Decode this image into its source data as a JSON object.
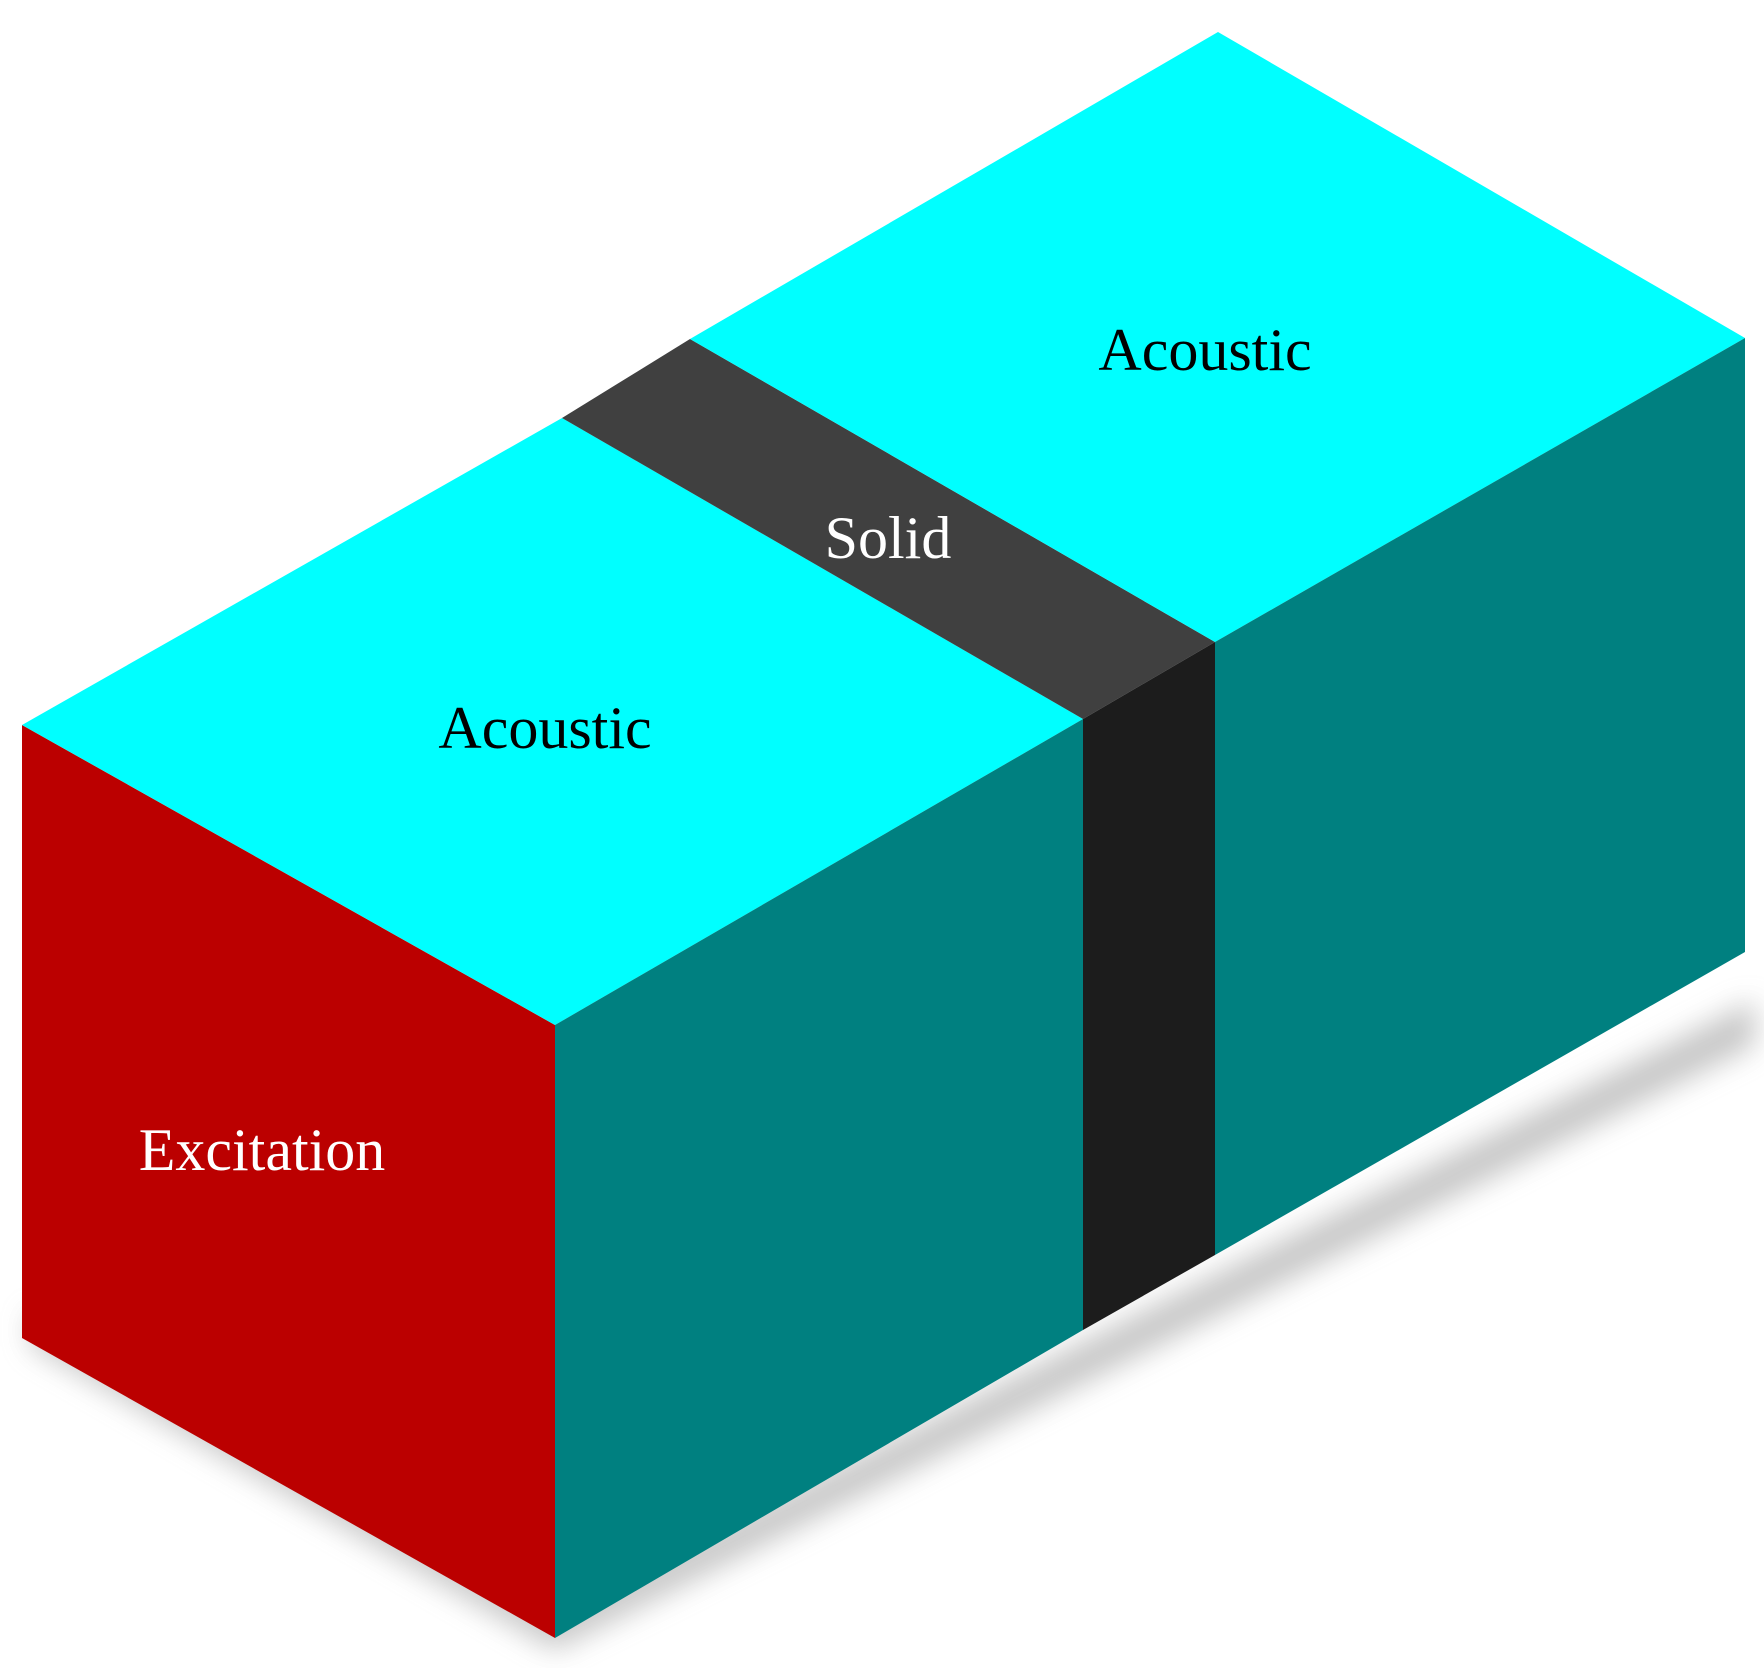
{
  "labels": {
    "acoustic_left": "Acoustic",
    "acoustic_right": "Acoustic",
    "solid": "Solid",
    "excitation": "Excitation"
  },
  "colors": {
    "acoustic_top": "#00ffff",
    "acoustic_side": "#008080",
    "solid_top": "#404040",
    "solid_side": "#1c1c1c",
    "excitation_face": "#bb0000",
    "label_dark": "#000000",
    "label_light": "#ffffff"
  }
}
